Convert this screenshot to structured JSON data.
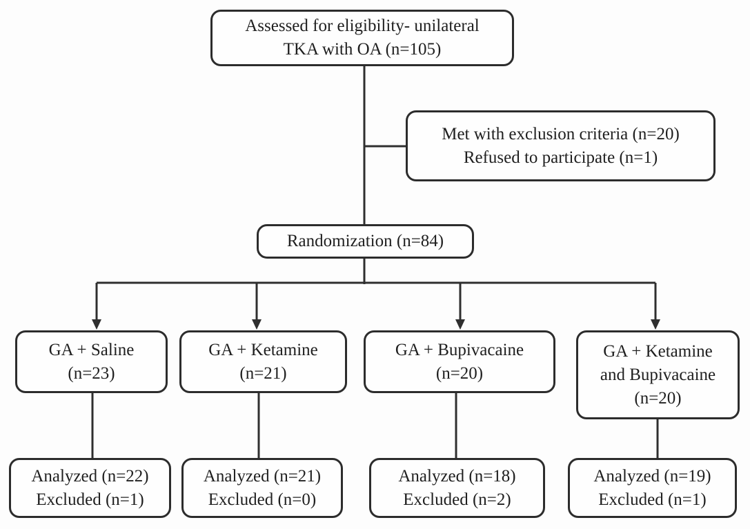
{
  "colors": {
    "line": "#2f2f2f",
    "text": "#1f1f1f",
    "box_border": "#2c2c2c",
    "box_background": "#fefefe",
    "page_background": "#fdfdfd"
  },
  "nodes": {
    "eligibility": {
      "lines": [
        "Assessed for eligibility- unilateral",
        "TKA with OA (n=105)"
      ]
    },
    "exclusion": {
      "lines": [
        "Met with exclusion criteria (n=20)",
        "Refused to participate (n=1)"
      ]
    },
    "randomization": {
      "lines": [
        "Randomization (n=84)"
      ]
    },
    "arms": [
      {
        "lines": [
          "GA + Saline",
          "(n=23)"
        ]
      },
      {
        "lines": [
          "GA + Ketamine",
          "(n=21)"
        ]
      },
      {
        "lines": [
          "GA + Bupivacaine",
          "(n=20)"
        ]
      },
      {
        "lines": [
          "GA + Ketamine",
          "and Bupivacaine",
          "(n=20)"
        ]
      }
    ],
    "outcomes": [
      {
        "lines": [
          "Analyzed (n=22)",
          "Excluded (n=1)"
        ]
      },
      {
        "lines": [
          "Analyzed (n=21)",
          "Excluded (n=0)"
        ]
      },
      {
        "lines": [
          "Analyzed (n=18)",
          "Excluded (n=2)"
        ]
      },
      {
        "lines": [
          "Analyzed (n=19)",
          "Excluded (n=1)"
        ]
      }
    ]
  }
}
